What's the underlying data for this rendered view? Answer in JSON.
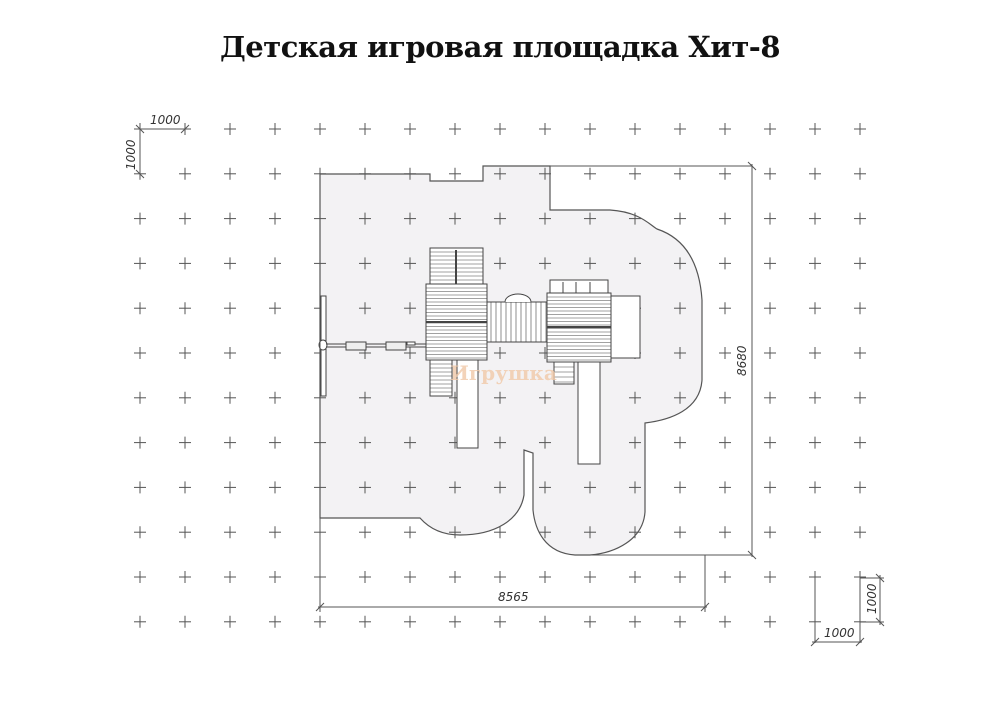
{
  "title": "Детская игровая площадка Хит-8",
  "scale_legend": {
    "top_left": {
      "horizontal": "1000",
      "vertical": "1000"
    },
    "bottom_right": {
      "horizontal": "1000",
      "vertical": "1000"
    }
  },
  "dimensions": {
    "width": "8565",
    "height": "8680"
  },
  "watermark": "Игрушка",
  "colors": {
    "zone_fill": "#f3f2f4",
    "line": "#555555",
    "watermark": "#f1c9a8"
  }
}
